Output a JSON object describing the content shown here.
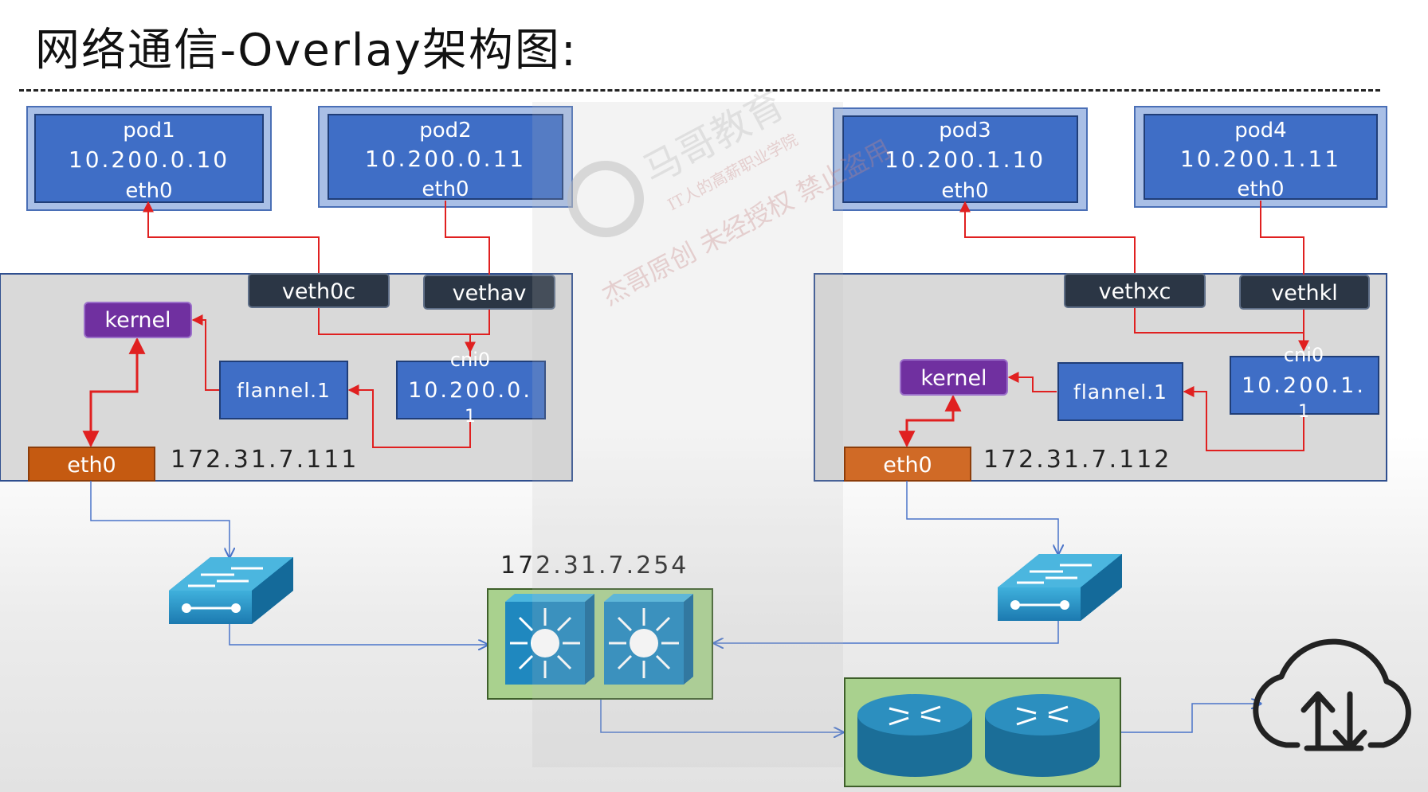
{
  "title": "网络通信-Overlay架构图:",
  "pods": [
    {
      "name": "pod1",
      "ip": "10.200.0.10",
      "iface": "eth0"
    },
    {
      "name": "pod2",
      "ip": "10.200.0.11",
      "iface": "eth0"
    },
    {
      "name": "pod3",
      "ip": "10.200.1.10",
      "iface": "eth0"
    },
    {
      "name": "pod4",
      "ip": "10.200.1.11",
      "iface": "eth0"
    }
  ],
  "host_left": {
    "veth_a": "veth0c",
    "veth_b": "vethav",
    "kernel": "kernel",
    "flannel": "flannel.1",
    "cni_name": "cni0",
    "cni_ip": "10.200.0.",
    "cni_ip_tail": "1",
    "eth": "eth0",
    "ip": "172.31.7.111"
  },
  "host_right": {
    "veth_a": "vethxc",
    "veth_b": "vethkl",
    "kernel": "kernel",
    "flannel": "flannel.1",
    "cni_name": "cni0",
    "cni_ip": "10.200.1.",
    "cni_ip_tail": "1",
    "eth": "eth0",
    "ip": "172.31.7.112"
  },
  "core_switch_ip": "172.31.7.254",
  "watermark": {
    "brand": "马哥教育",
    "line1": "IT人的高薪职业学院",
    "line2": "杰哥原创 未经授权 禁止盗用"
  },
  "icons": [
    "switch-icon",
    "core-switch-icon",
    "router-icon",
    "cloud-icon"
  ],
  "colors": {
    "pod": "#3f6ec6",
    "host_bg": "#d9d9d9",
    "veth": "#2b3645",
    "kernel": "#7030a0",
    "eth": "#c55a11",
    "link": "#e02020",
    "network_link": "#4a74c9",
    "green_panel": "#a9d18e"
  }
}
